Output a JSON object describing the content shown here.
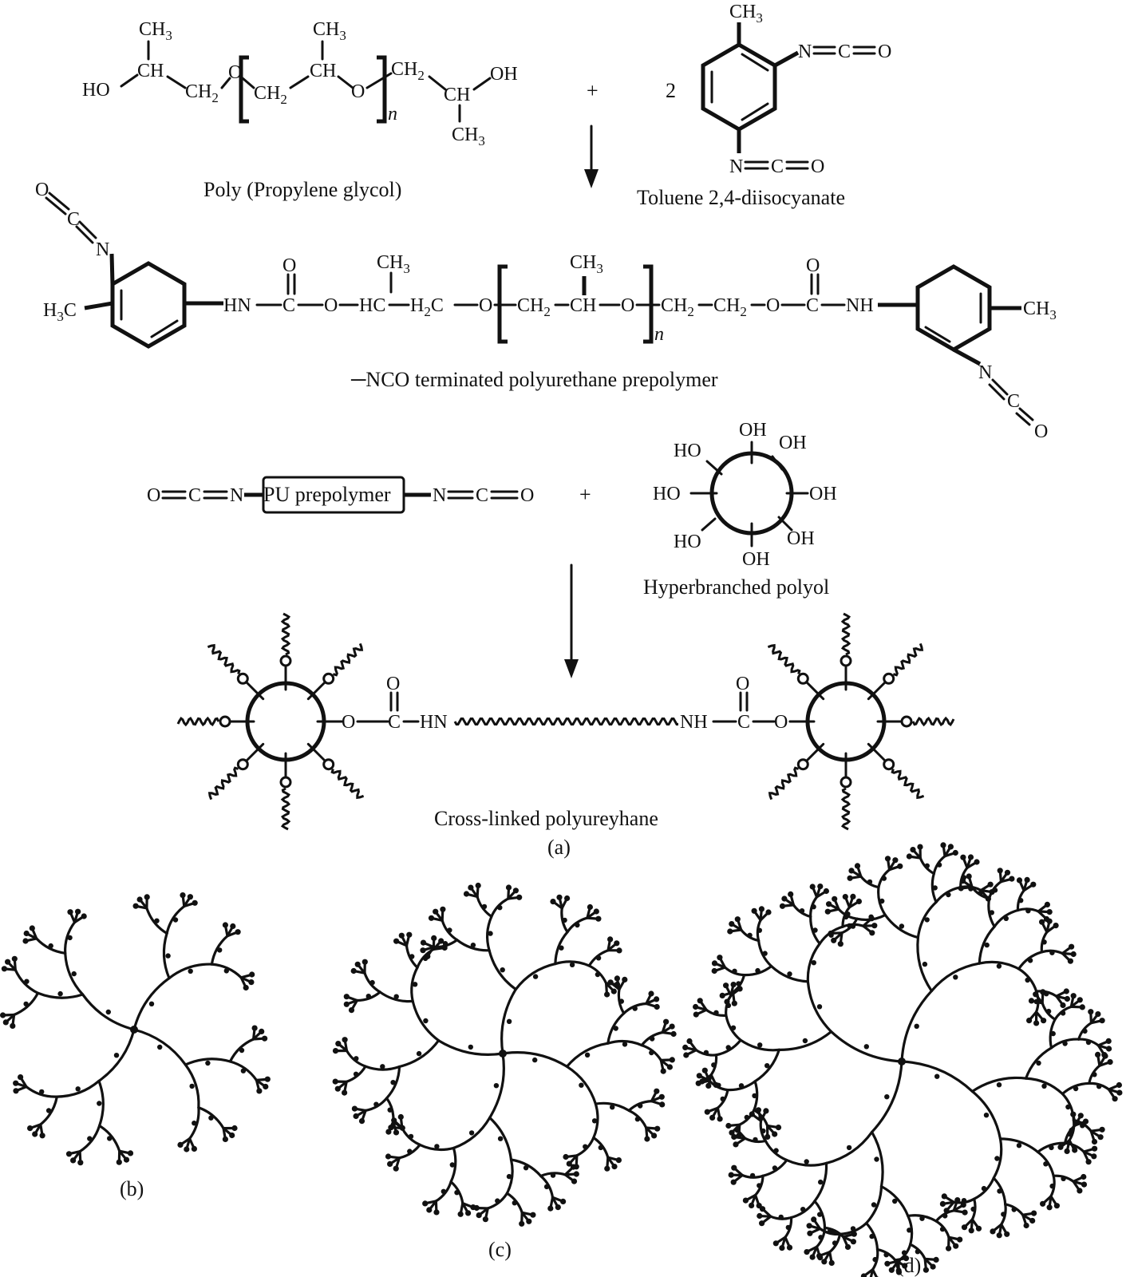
{
  "reaction": {
    "ppg_label": "Poly (Propylene glycol)",
    "tdi_label": "Toluene 2,4-diisocyanate",
    "tdi_coefficient": "2",
    "plus": "+",
    "repeat_n": "n",
    "prepolymer_label": "─NCO terminated polyurethane prepolymer",
    "pu_box_label": "PU prepolymer",
    "polyol_label": "Hyperbranched polyol",
    "crosslinked_label": "Cross-linked polyureyhane"
  },
  "atoms": {
    "ho": "HO",
    "oh": "OH",
    "ch": "CH",
    "ch2": "CH",
    "ch3": "CH",
    "h3c": "H",
    "c_of_h3c": "C",
    "sub2": "2",
    "sub3": "3",
    "o": "O",
    "c": "C",
    "n": "N",
    "hn": "HN",
    "nh": "NH",
    "hc": "HC",
    "h2c": "H",
    "c_of_h2c": "C"
  },
  "panels": {
    "a": "(a)",
    "b": "(b)",
    "c": "(c)",
    "d": "(d)"
  }
}
